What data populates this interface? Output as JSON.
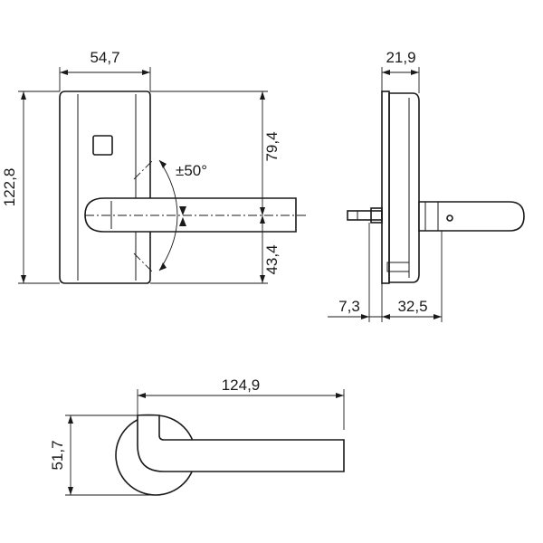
{
  "front_view": {
    "width_label": "54,7",
    "height_label": "122,8",
    "upper_label": "79,4",
    "lower_label": "43,4",
    "angle_label": "±50°"
  },
  "side_view": {
    "depth_label": "21,9",
    "spindle_label": "7,3",
    "lever_depth_label": "32,5"
  },
  "top_view": {
    "length_label": "124,9",
    "rose_label": "51,7"
  }
}
